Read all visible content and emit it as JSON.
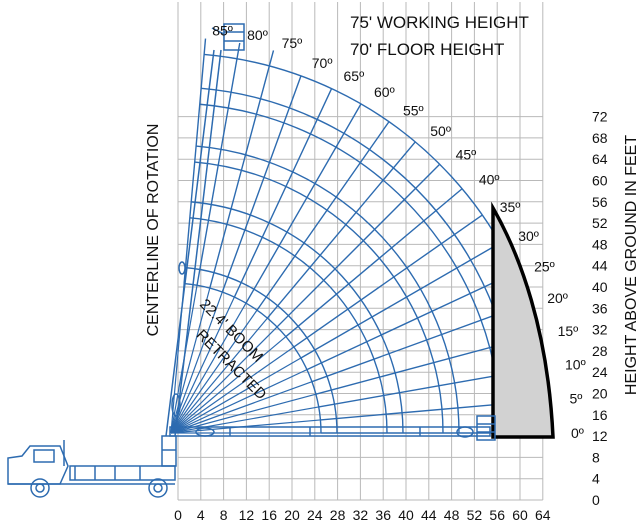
{
  "diagram": {
    "title_working_height": "75' WORKING HEIGHT",
    "title_floor_height": "70' FLOOR HEIGHT",
    "right_axis_label": "HEIGHT ABOVE GROUND IN FEET",
    "centerline_label": "CENTERLINE OF ROTATION",
    "retracted_label_line1": "22.4' BOOM",
    "retracted_label_line2": "RETRACTED",
    "x_ticks": [
      "0",
      "4",
      "8",
      "12",
      "16",
      "20",
      "24",
      "28",
      "32",
      "36",
      "40",
      "44",
      "48",
      "52",
      "56",
      "60",
      "64"
    ],
    "y_ticks": [
      "0",
      "4",
      "8",
      "12",
      "16",
      "20",
      "24",
      "28",
      "32",
      "36",
      "40",
      "44",
      "48",
      "52",
      "56",
      "60",
      "64",
      "68",
      "72"
    ],
    "angle_labels": [
      "0º",
      "5º",
      "10º",
      "15º",
      "20º",
      "25º",
      "30º",
      "35º",
      "40º",
      "45º",
      "50º",
      "55º",
      "60º",
      "65º",
      "70º",
      "75º",
      "80º",
      "85º"
    ],
    "colors": {
      "grid": "#b9b9b9",
      "reach_lines": "#2d6bb0",
      "envelope_fill": "#d2d2d2",
      "envelope_stroke": "#000000",
      "truck": "#2d6bb0"
    }
  }
}
